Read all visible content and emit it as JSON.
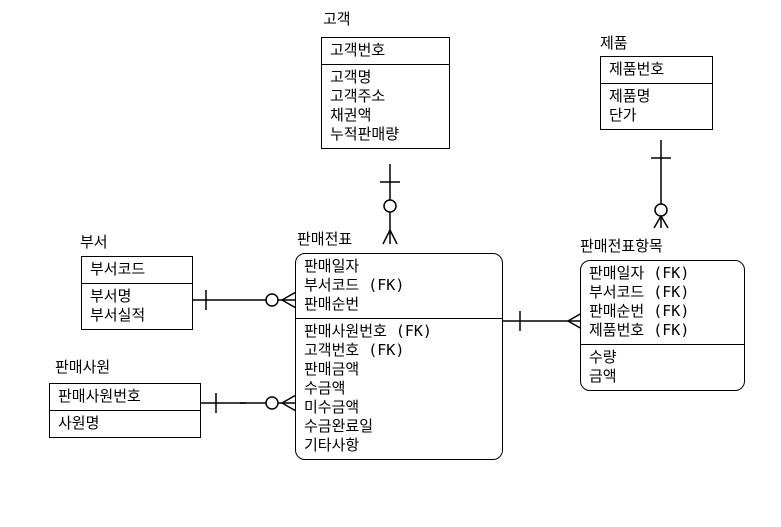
{
  "entities": {
    "customer": {
      "name": "고객",
      "pk": [
        "고객번호"
      ],
      "attrs": [
        "고객명",
        "고객주소",
        "채권액",
        "누적판매량"
      ]
    },
    "product": {
      "name": "제품",
      "pk": [
        "제품번호"
      ],
      "attrs": [
        "제품명",
        "단가"
      ]
    },
    "department": {
      "name": "부서",
      "pk": [
        "부서코드"
      ],
      "attrs": [
        "부서명",
        "부서실적"
      ]
    },
    "salesperson": {
      "name": "판매사원",
      "pk": [
        "판매사원번호"
      ],
      "attrs": [
        "사원명"
      ]
    },
    "sales_slip": {
      "name": "판매전표",
      "pk": [
        "판매일자",
        "부서코드 (FK)",
        "판매순번"
      ],
      "attrs": [
        "판매사원번호 (FK)",
        "고객번호 (FK)",
        "판매금액",
        "수금액",
        "미수금액",
        "수금완료일",
        "기타사항"
      ]
    },
    "sales_slip_item": {
      "name": "판매전표항목",
      "pk": [
        "판매일자 (FK)",
        "부서코드 (FK)",
        "판매순번 (FK)",
        "제품번호 (FK)"
      ],
      "attrs": [
        "수량",
        "금액"
      ]
    }
  }
}
